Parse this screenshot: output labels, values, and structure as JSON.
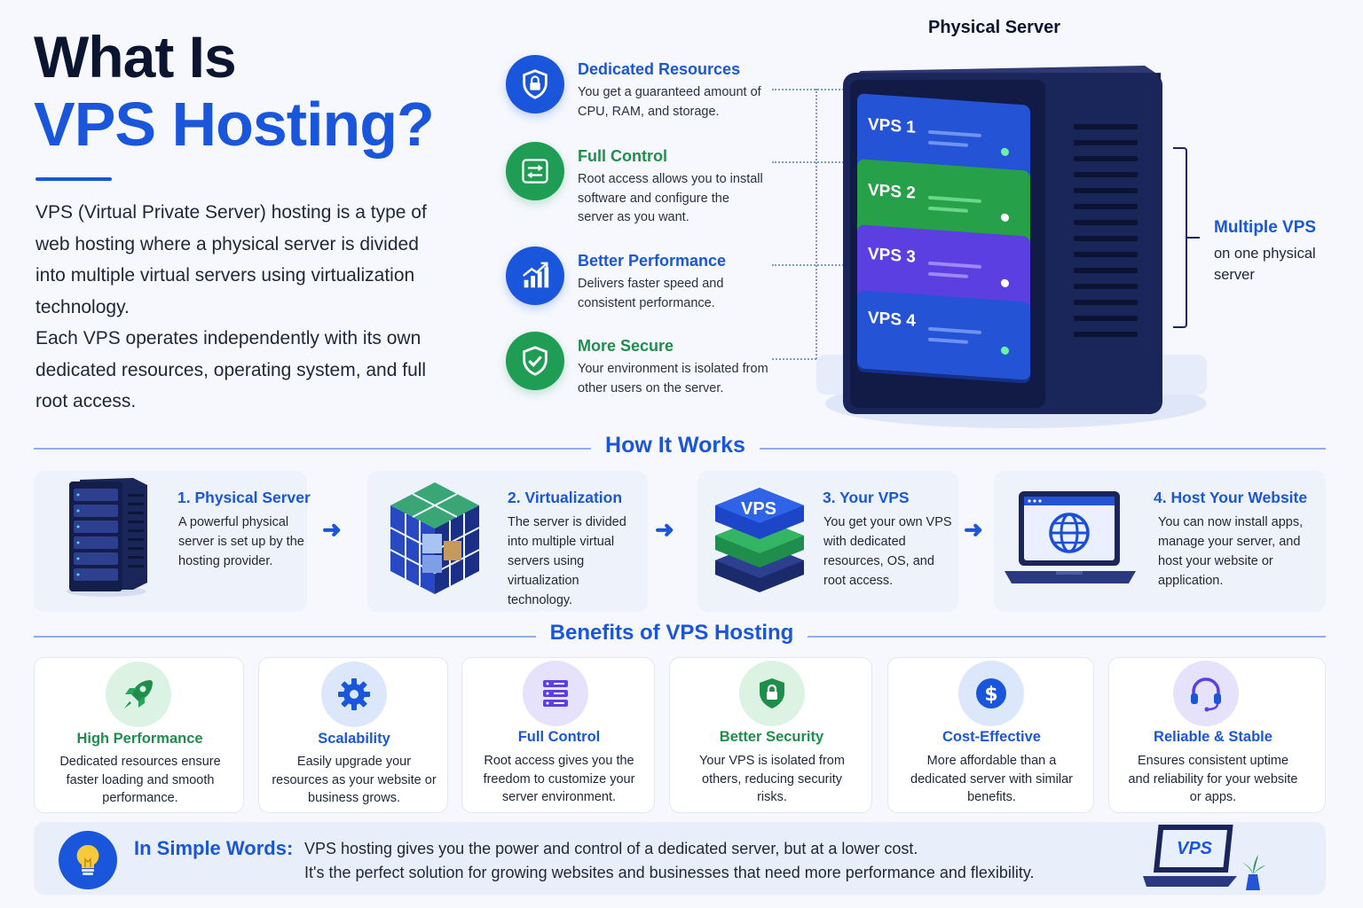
{
  "header": {
    "title_line1": "What Is",
    "title_line2": "VPS Hosting?",
    "intro_p1": "VPS (Virtual Private Server) hosting is a type of web hosting where a physical server is divided into multiple virtual servers using virtualization technology.",
    "intro_p2": "Each VPS operates independently with its own dedicated resources, operating system, and full root access."
  },
  "features": [
    {
      "title": "Dedicated Resources",
      "text": "You get a guaranteed amount of CPU, RAM, and storage.",
      "icon": "shield-lock-icon",
      "color": "#1a56db"
    },
    {
      "title": "Full Control",
      "text": "Root access allows you to install software and configure the server as you want.",
      "icon": "sliders-icon",
      "color": "#1f9d55"
    },
    {
      "title": "Better Performance",
      "text": "Delivers faster speed and consistent performance.",
      "icon": "growth-chart-icon",
      "color": "#1a56db"
    },
    {
      "title": "More Secure",
      "text": "Your environment is isolated from other users on the server.",
      "icon": "shield-check-icon",
      "color": "#1f9d55"
    }
  ],
  "server": {
    "title": "Physical Server",
    "slots": [
      {
        "label": "VPS 1",
        "color": "#2453d6"
      },
      {
        "label": "VPS 2",
        "color": "#27a04a"
      },
      {
        "label": "VPS 3",
        "color": "#5b3fe0"
      },
      {
        "label": "VPS 4",
        "color": "#2453d6"
      }
    ],
    "multi_title": "Multiple VPS",
    "multi_sub": "on one physical server"
  },
  "how": {
    "heading": "How It Works",
    "steps": [
      {
        "title": "1. Physical Server",
        "text": "A powerful physical server is set up by the hosting provider.",
        "icon": "server-rack-icon"
      },
      {
        "title": "2. Virtualization",
        "text": "The server is divided into multiple virtual servers using virtualization technology.",
        "icon": "cube-grid-icon"
      },
      {
        "title": "3. Your VPS",
        "text": "You get your own VPS with dedicated resources, OS, and root access.",
        "icon": "vps-stack-icon",
        "badge": "VPS"
      },
      {
        "title": "4. Host Your Website",
        "text": "You can now install apps, manage your server, and host your website or application.",
        "icon": "laptop-globe-icon"
      }
    ]
  },
  "benefits": {
    "heading": "Benefits of VPS Hosting",
    "items": [
      {
        "title": "High Performance",
        "text": "Dedicated resources ensure faster loading and smooth performance.",
        "icon": "rocket-icon",
        "color": "#1f8e4c"
      },
      {
        "title": "Scalability",
        "text": "Easily upgrade your resources as your website or business grows.",
        "icon": "gear-icon",
        "color": "#1a56db"
      },
      {
        "title": "Full Control",
        "text": "Root access gives you the freedom to customize your server environment.",
        "icon": "server-stack-icon",
        "color": "#1a56db"
      },
      {
        "title": "Better Security",
        "text": "Your VPS is isolated from others, reducing security risks.",
        "icon": "shield-lock-icon",
        "color": "#1f8e4c"
      },
      {
        "title": "Cost-Effective",
        "text": "More affordable than a dedicated server with similar benefits.",
        "icon": "dollar-icon",
        "color": "#1a56db"
      },
      {
        "title": "Reliable & Stable",
        "text": "Ensures consistent uptime and reliability for your website or apps.",
        "icon": "headset-icon",
        "color": "#1a56db"
      }
    ]
  },
  "simple": {
    "title": "In Simple Words:",
    "line1": "VPS hosting gives you the power and control of a dedicated server, but at a lower cost.",
    "line2": "It's the perfect solution for growing websites and businesses that need more performance and flexibility.",
    "laptop_badge": "VPS"
  }
}
